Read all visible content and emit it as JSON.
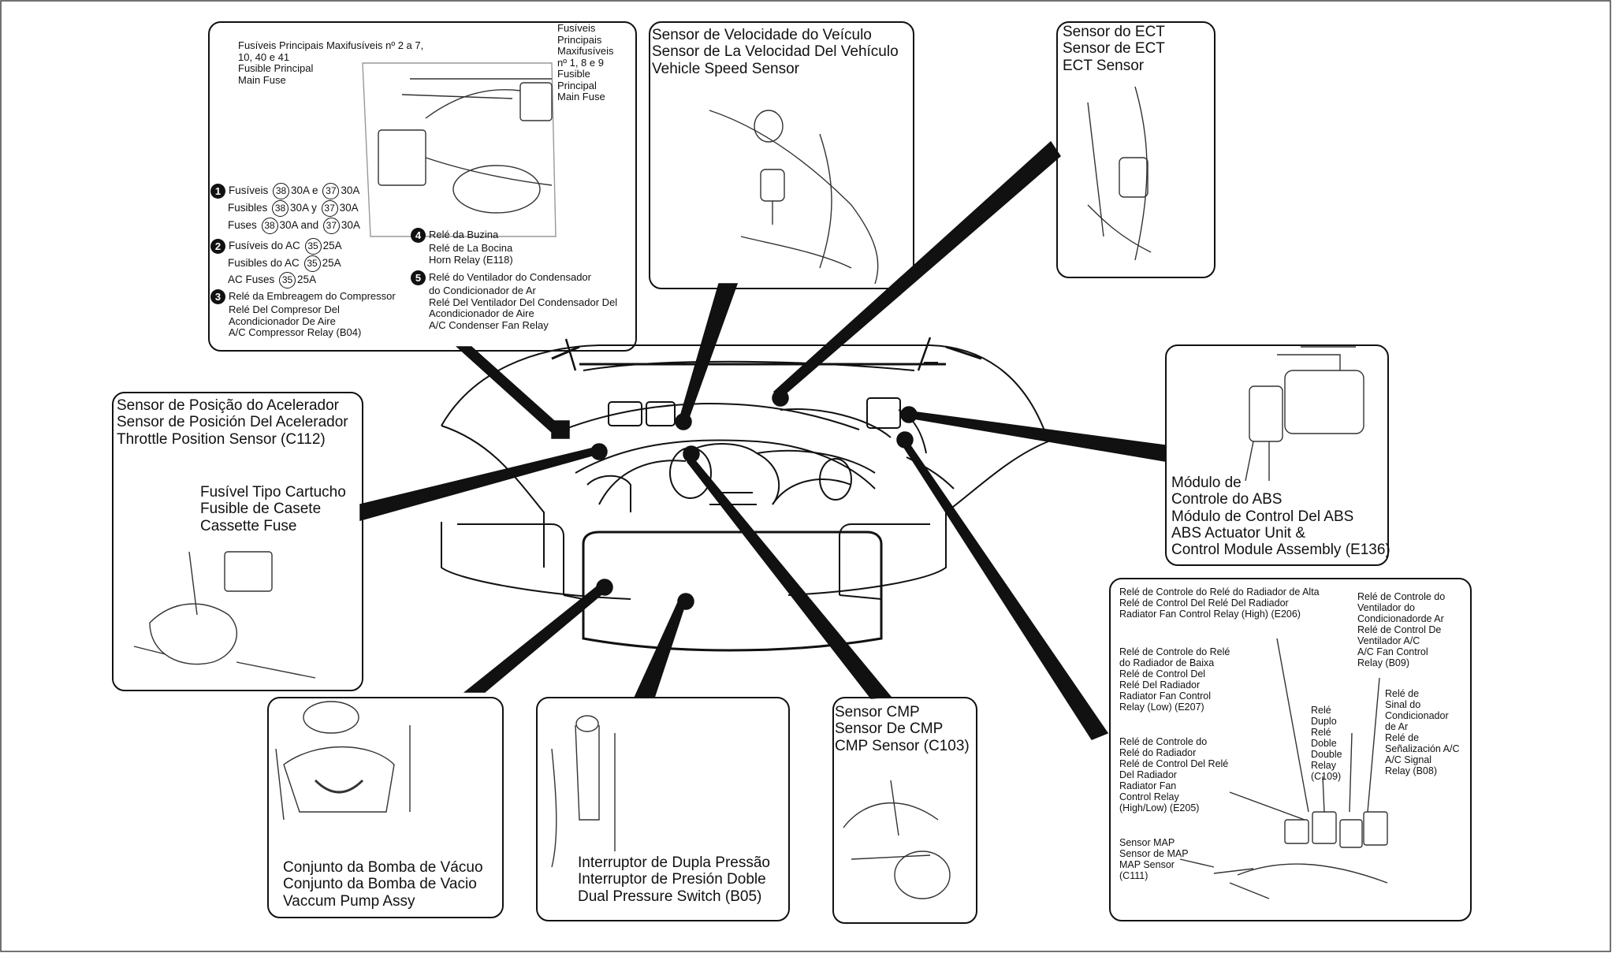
{
  "callouts": {
    "main_fuse_top": [
      "Fusíveis Principais Maxifusíveis nº 2 a 7,",
      "10, 40 e 41",
      "Fusible Principal",
      "Main Fuse"
    ],
    "main_fuse_right": [
      "Fusíveis",
      "Principais",
      "Maxifusíveis",
      "nº 1, 8 e 9",
      "Fusible",
      "Principal",
      "Main Fuse"
    ],
    "vss": [
      "Sensor de Velocidade do Veículo",
      "Sensor de La Velocidad Del Vehículo",
      "Vehicle Speed Sensor"
    ],
    "ect": [
      "Sensor do ECT",
      "Sensor de ECT",
      "ECT Sensor"
    ],
    "tps": [
      "Sensor de Posição do Acelerador",
      "Sensor de Posición Del Acelerador",
      "Throttle Position Sensor (C112)"
    ],
    "cassette_fuse": [
      "Fusível Tipo Cartucho",
      "Fusible de Casete",
      "Cassette Fuse"
    ],
    "abs": [
      "Módulo de",
      "Controle do ABS",
      "Módulo de Control Del ABS",
      "ABS Actuator Unit &",
      "Control Module Assembly (E136)"
    ],
    "vacuum": [
      "Conjunto da Bomba de Vácuo",
      "Conjunto da Bomba de Vacio",
      "Vaccum Pump Assy"
    ],
    "dual_pressure": [
      "Interruptor de Dupla Pressão",
      "Interruptor de Presión Doble",
      "Dual Pressure Switch (B05)"
    ],
    "cmp": [
      "Sensor CMP",
      "Sensor De CMP",
      "CMP Sensor (C103)"
    ],
    "relay_high": [
      "Relé de Controle do Relé do Radiador de Alta",
      "Relé de Control Del Relé Del Radiador",
      "Radiator Fan Control Relay (High) (E206)"
    ],
    "relay_low": [
      "Relé de Controle do Relé",
      "do Radiador de Baixa",
      "Relé de Control Del",
      "Relé Del Radiador",
      "Radiator Fan Control",
      "Relay (Low) (E207)"
    ],
    "relay_highlow": [
      "Relé de Controle do",
      "Relé do Radiador",
      "Relé de Control Del Relé",
      "Del Radiador",
      "Radiator Fan",
      "Control Relay",
      "(High/Low) (E205)"
    ],
    "map": [
      "Sensor MAP",
      "Sensor de MAP",
      "MAP Sensor",
      "(C111)"
    ],
    "double_relay": [
      "Relé",
      "Duplo",
      "Relé",
      "Doble",
      "Double",
      "Relay",
      "(C109)"
    ],
    "ac_fan_relay": [
      "Relé de Controle do",
      "Ventilador do",
      "Condicionadorde Ar",
      "Relé de Control De",
      "Ventilador A/C",
      "A/C Fan Control",
      "Relay (B09)"
    ],
    "ac_signal": [
      "Relé de",
      "Sinal do",
      "Condicionador",
      "de Ar",
      "Relé de",
      "Señalización A/C",
      "A/C Signal",
      "Relay (B08)"
    ]
  },
  "fuse_legend": {
    "item1": {
      "num": "1",
      "pt": [
        "Fusíveis",
        "38",
        "30A e",
        "37",
        "30A"
      ],
      "es": [
        "Fusibles",
        "38",
        "30A y",
        "37",
        "30A"
      ],
      "en": [
        "Fuses",
        "38",
        "30A and",
        "37",
        "30A"
      ]
    },
    "item2": {
      "num": "2",
      "pt": [
        "Fusíveis do AC",
        "35",
        "25A"
      ],
      "es": [
        "Fusibles do AC",
        "35",
        "25A"
      ],
      "en": [
        "AC Fuses",
        "35",
        "25A"
      ]
    },
    "item3": {
      "num": "3",
      "lines": [
        "Relé da Embreagem do Compressor",
        "Relé Del Compresor Del",
        "Acondicionador De Aire",
        "A/C Compressor Relay (B04)"
      ]
    },
    "item4": {
      "num": "4",
      "lines": [
        "Relé da Buzina",
        "Relé de La Bocina",
        "Horn Relay (E118)"
      ]
    },
    "item5": {
      "num": "5",
      "lines": [
        "Relé do  Ventilador do Condensador",
        "do Condicionador de Ar",
        "Relé Del Ventilador Del Condensador Del",
        "Acondicionador de Aire",
        "A/C Condenser Fan Relay"
      ]
    }
  }
}
